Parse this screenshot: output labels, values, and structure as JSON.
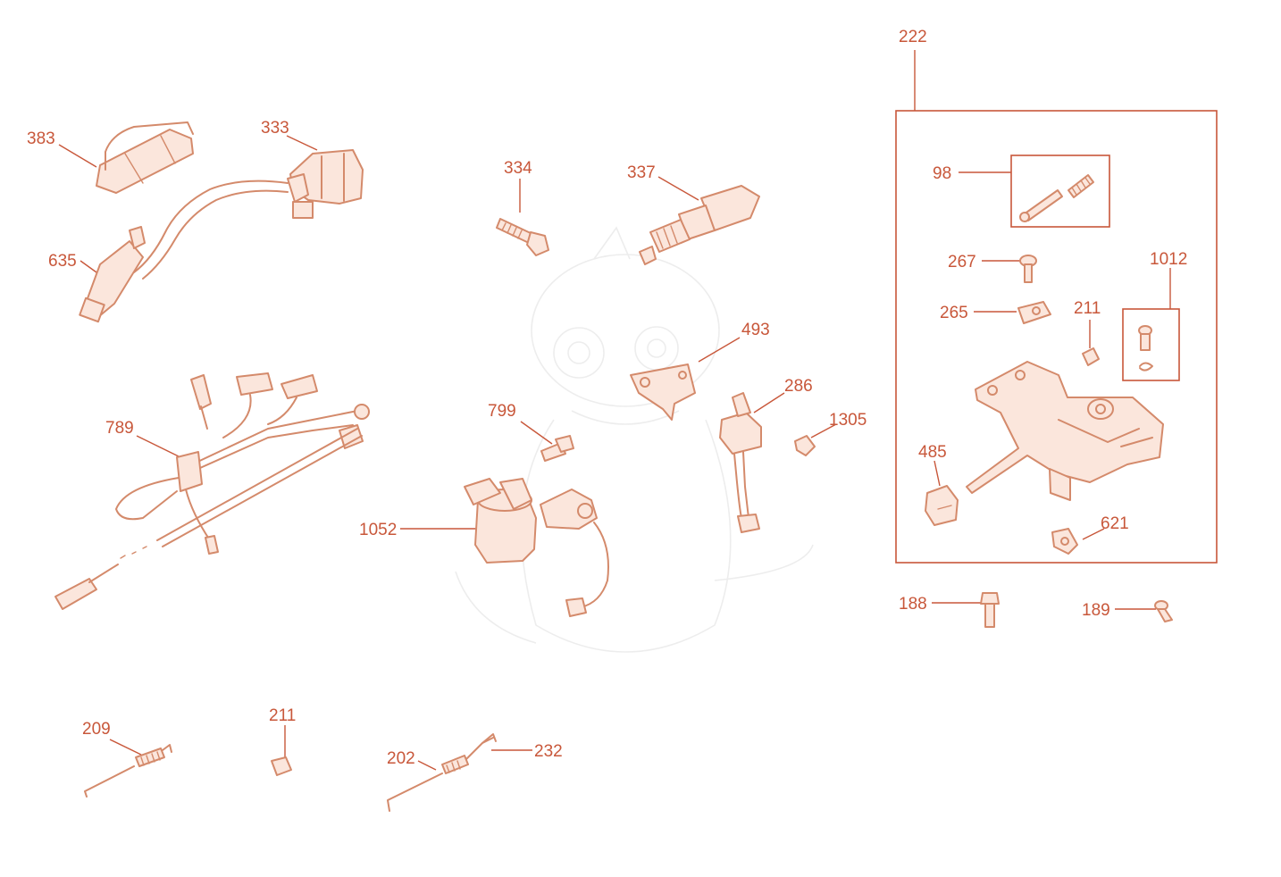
{
  "colors": {
    "label": "#c8573a",
    "part_stroke": "#d48a6b",
    "part_fill": "#fbe6dc",
    "background": "#ffffff"
  },
  "callouts": {
    "c222": "222",
    "c98": "98",
    "c267": "267",
    "c265": "265",
    "c211_box": "211",
    "c1012": "1012",
    "c485": "485",
    "c621": "621",
    "c188": "188",
    "c189": "189",
    "c383": "383",
    "c333": "333",
    "c635": "635",
    "c334": "334",
    "c337": "337",
    "c493": "493",
    "c286": "286",
    "c1305": "1305",
    "c799": "799",
    "c1052": "1052",
    "c789": "789",
    "c209": "209",
    "c211": "211",
    "c202": "202",
    "c232": "232"
  },
  "watermark": "dragon-mascot-watermark"
}
